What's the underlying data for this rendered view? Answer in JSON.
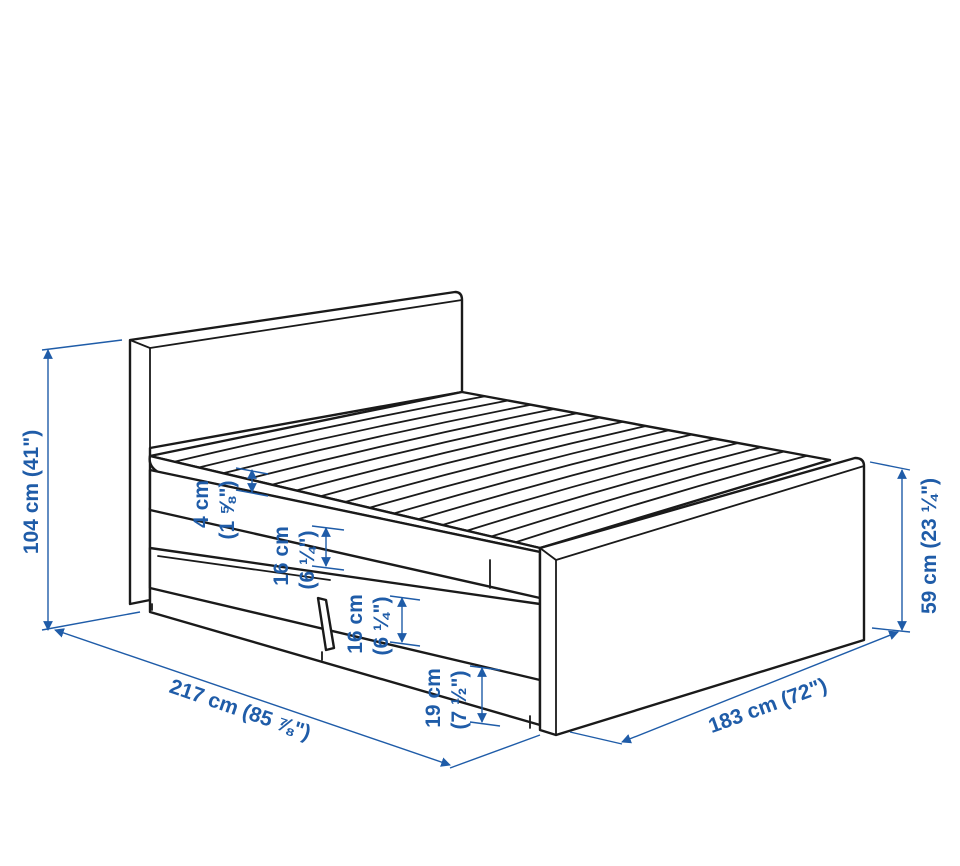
{
  "product": {
    "type": "bed frame with storage and mattress",
    "line_color": "#1a1a1a",
    "dimension_color": "#1f5ca8"
  },
  "dimensions": {
    "height_total": "104 cm (41\")",
    "length": "217 cm (85 ⅞\")",
    "width": "183 cm (72\")",
    "height_footboard": "59 cm (23 ¼\")",
    "mattress_topper_line1": "4 cm",
    "mattress_topper_line2": "(1 ⅝\")",
    "mattress_line1": "16 cm",
    "mattress_line2": "(6 ¼\")",
    "drawer_line1": "16 cm",
    "drawer_line2": "(6 ¼\")",
    "legs_line1": "19 cm",
    "legs_line2": "(7 ½\")"
  }
}
